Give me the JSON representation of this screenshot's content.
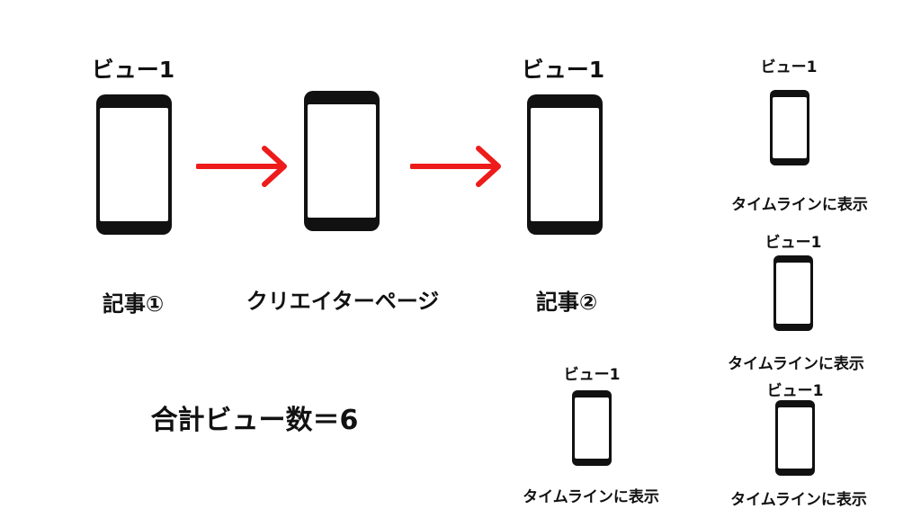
{
  "view_label": "ビュー1",
  "timeline_label": "タイムラインに表示",
  "steps": {
    "article1": "記事①",
    "creator_page": "クリエイターページ",
    "article2": "記事②"
  },
  "total": "合計ビュー数＝6",
  "colors": {
    "arrow": "#ee1b1b",
    "phone": "#111111"
  }
}
